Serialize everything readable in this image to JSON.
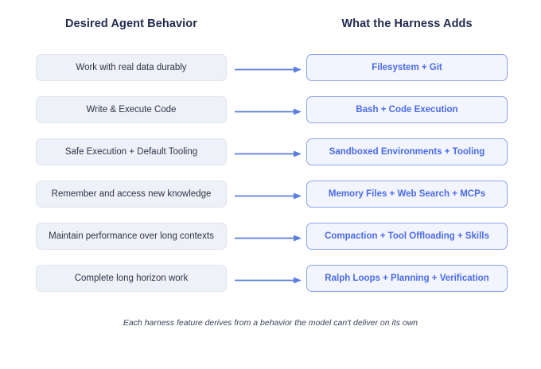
{
  "headers": {
    "left": "Desired Agent Behavior",
    "right": "What the Harness Adds"
  },
  "rows": [
    {
      "behavior": "Work with real data durably",
      "harness": "Filesystem + Git",
      "connector": "arrow-right"
    },
    {
      "behavior": "Write & Execute Code",
      "harness": "Bash + Code Execution",
      "connector": "arrow-right"
    },
    {
      "behavior": "Safe Execution + Default Tooling",
      "harness": "Sandboxed Environments + Tooling",
      "connector": "arrow-right"
    },
    {
      "behavior": "Remember and access new knowledge",
      "harness": "Memory Files + Web Search + MCPs",
      "connector": "arrow-right"
    },
    {
      "behavior": "Maintain performance over long contexts",
      "harness": "Compaction + Tool Offloading + Skills",
      "connector": "arrow-right"
    },
    {
      "behavior": "Complete long horizon work",
      "harness": "Ralph Loops + Planning + Verification",
      "connector": "arrow-right"
    }
  ],
  "caption": "Each harness feature derives from a behavior the model can't deliver on its own",
  "colors": {
    "background": "#ffffff",
    "header_text": "#1f2a4d",
    "behavior_fill": "#eef1f7",
    "behavior_border": "#dfe4ee",
    "behavior_text": "#2d3548",
    "harness_fill": "#f2f5fd",
    "harness_border": "#8ba3ef",
    "harness_text": "#4c6ae8",
    "arrow": "#5b7de0",
    "caption_text": "#3a4259"
  }
}
